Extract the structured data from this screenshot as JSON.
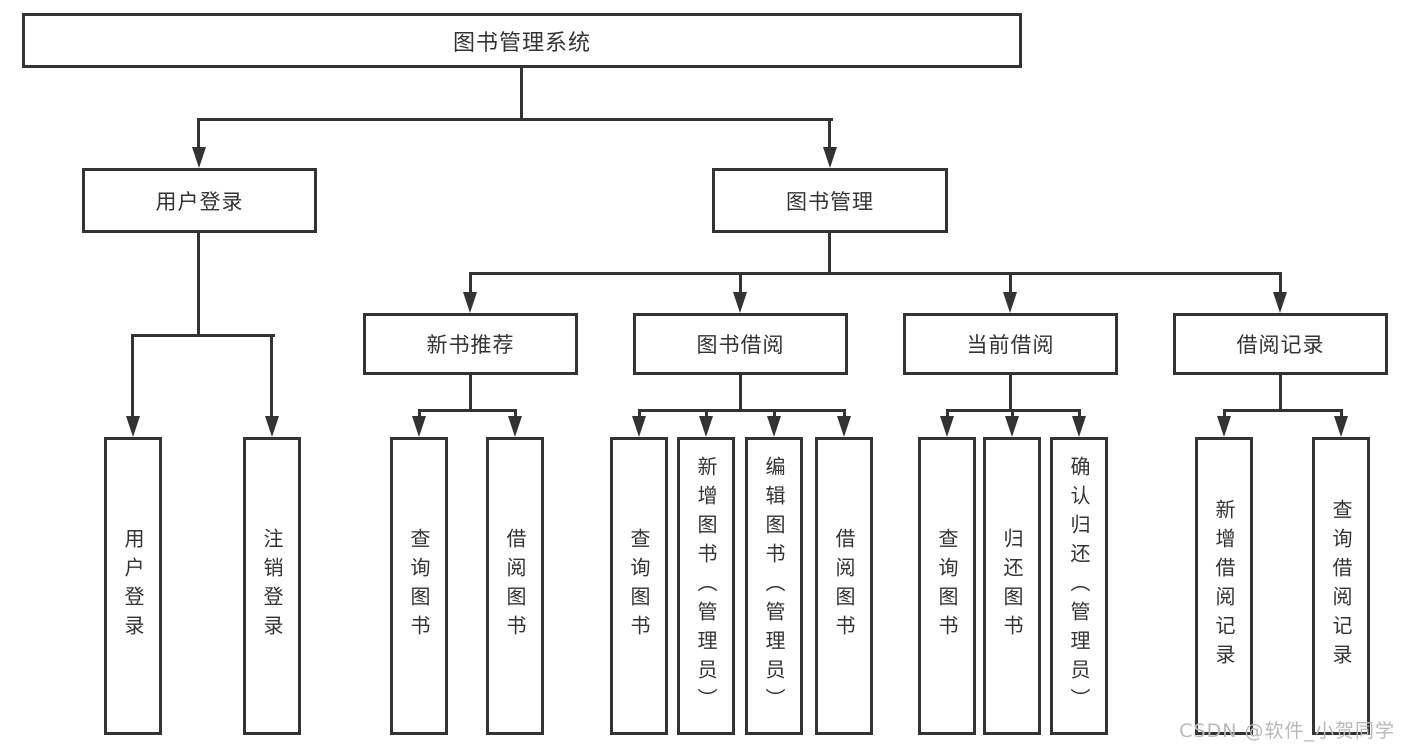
{
  "diagram_title": "图书管理系统",
  "tree": {
    "root": {
      "label": "图书管理系统"
    },
    "branches": [
      {
        "label": "用户登录",
        "children": [
          {
            "label": "用户登录"
          },
          {
            "label": "注销登录"
          }
        ]
      },
      {
        "label": "图书管理",
        "children": [
          {
            "label": "新书推荐",
            "children": [
              {
                "label": "查询图书"
              },
              {
                "label": "借阅图书"
              }
            ]
          },
          {
            "label": "图书借阅",
            "children": [
              {
                "label": "查询图书"
              },
              {
                "label": "新增图书（管理员）"
              },
              {
                "label": "编辑图书（管理员）"
              },
              {
                "label": "借阅图书"
              }
            ]
          },
          {
            "label": "当前借阅",
            "children": [
              {
                "label": "查询图书"
              },
              {
                "label": "归还图书"
              },
              {
                "label": "确认归还（管理员）"
              }
            ]
          },
          {
            "label": "借阅记录",
            "children": [
              {
                "label": "新增借阅记录"
              },
              {
                "label": "查询借阅记录"
              }
            ]
          }
        ]
      }
    ]
  },
  "watermark": "CSDN @软件_小贺同学",
  "colors": {
    "line": "#333333",
    "text": "#333333",
    "box_background": "#ffffff",
    "page_background": "#ffffff",
    "watermark": "#b9b9b9"
  }
}
